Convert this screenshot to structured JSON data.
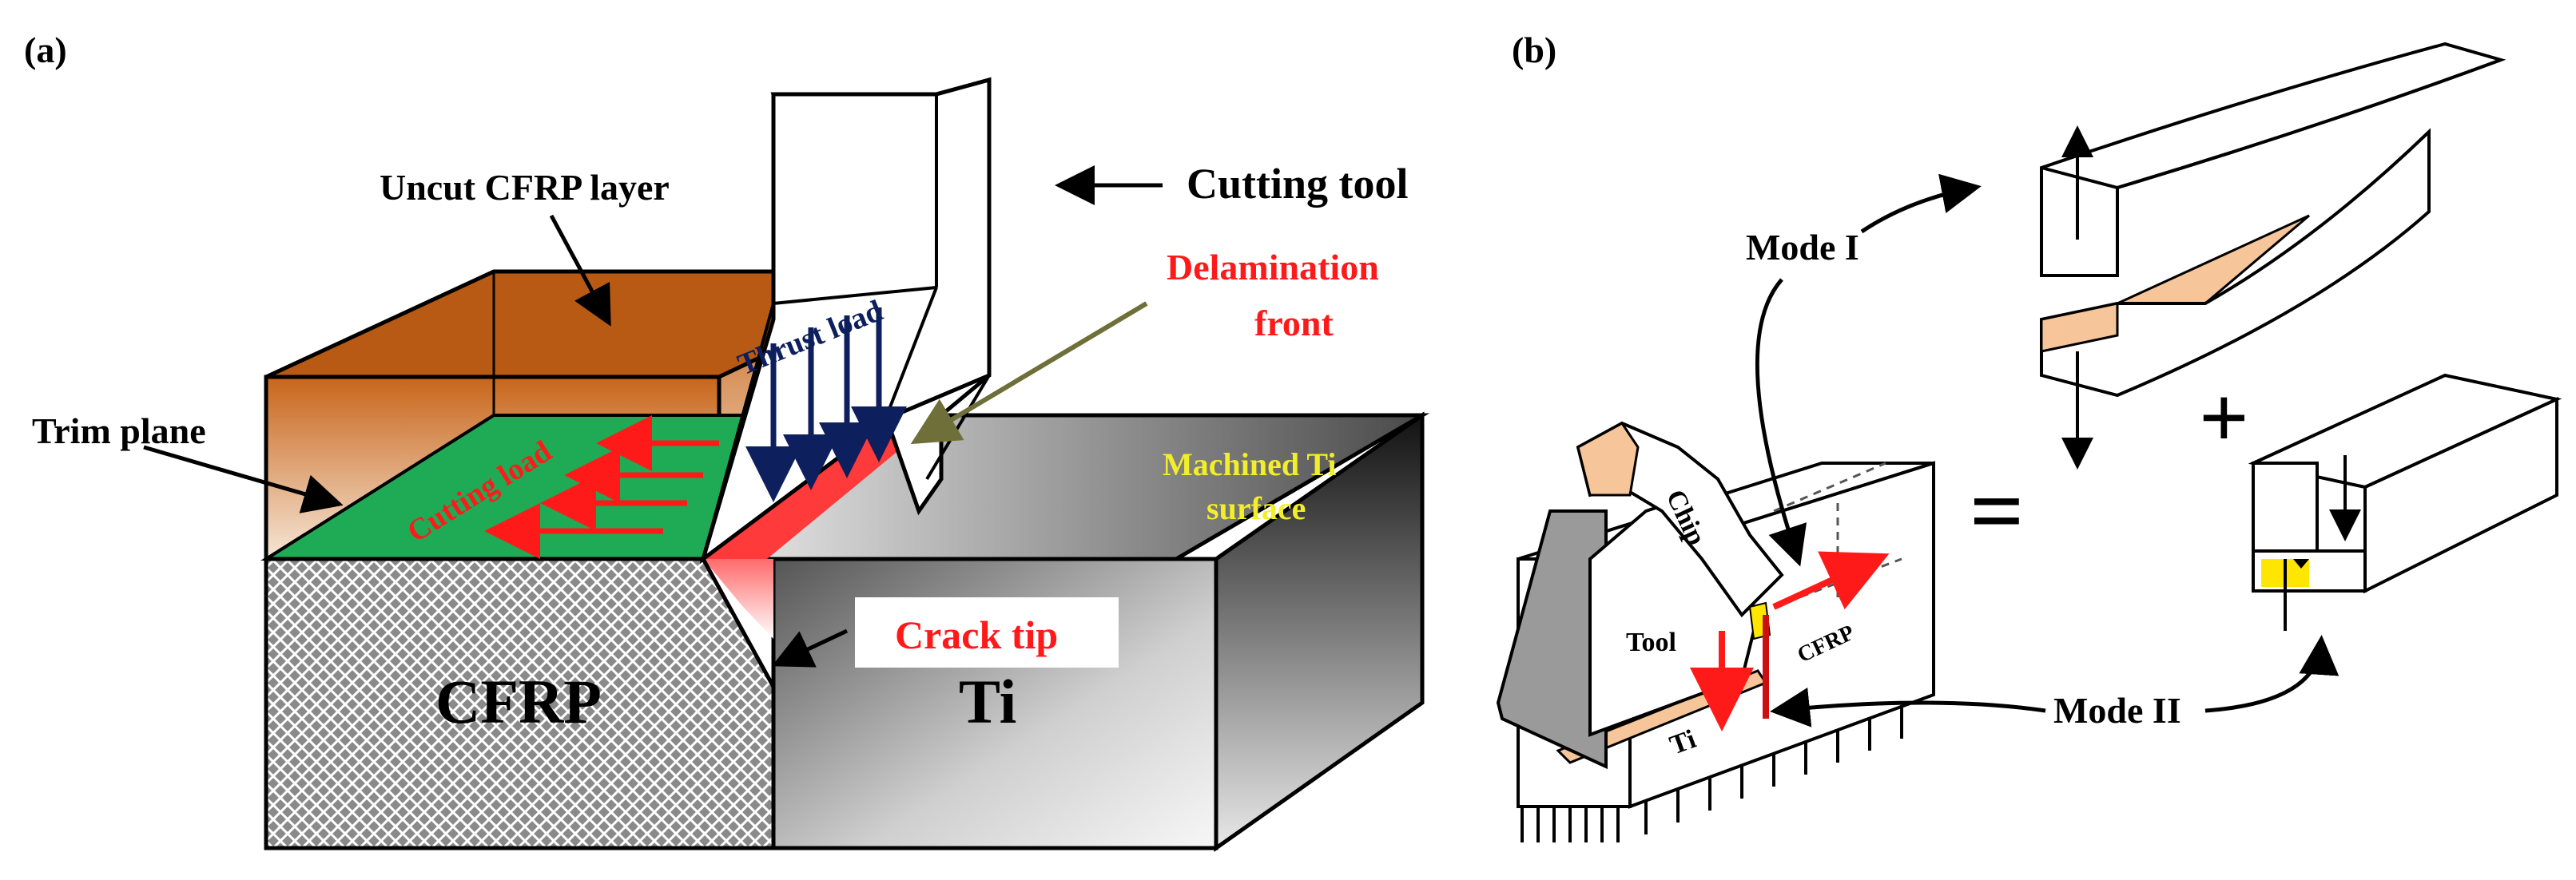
{
  "panel_a": {
    "panel_label": "(a)",
    "labels": {
      "uncut_cfrp_layer": "Uncut CFRP layer",
      "cutting_tool": "Cutting tool",
      "delamination_front_line1": "Delamination",
      "delamination_front_line2": "front",
      "trim_plane": "Trim plane",
      "thrust_load": "Thrust load",
      "cutting_load": "Cutting load",
      "machined_ti_line1": "Machined Ti",
      "machined_ti_line2": "surface",
      "crack_tip": "Crack tip",
      "cfrp": "CFRP",
      "ti": "Ti"
    }
  },
  "panel_b": {
    "panel_label": "(b)",
    "labels": {
      "mode_i": "Mode I",
      "mode_ii": "Mode II",
      "chip": "Chip",
      "tool": "Tool",
      "cfrp": "CFRP",
      "ti": "Ti",
      "equals": "=",
      "plus": "+"
    }
  },
  "colors": {
    "uncut_layer_top": "#cc6a1e",
    "uncut_layer_bottom": "#f4e2cf",
    "trim_plane": "#1faa55",
    "delamination_zone": "#ff3a3a",
    "arrow_red": "#ff1a1a",
    "thrust_arrow": "#0d1f5c",
    "ti_dark": "#222222",
    "ti_light": "#f2f2f2",
    "label_red": "#ff1a1a",
    "label_yellow": "#f2ee2a",
    "mode_peach": "#f7c59a",
    "mode_yellow": "#ffe600"
  }
}
